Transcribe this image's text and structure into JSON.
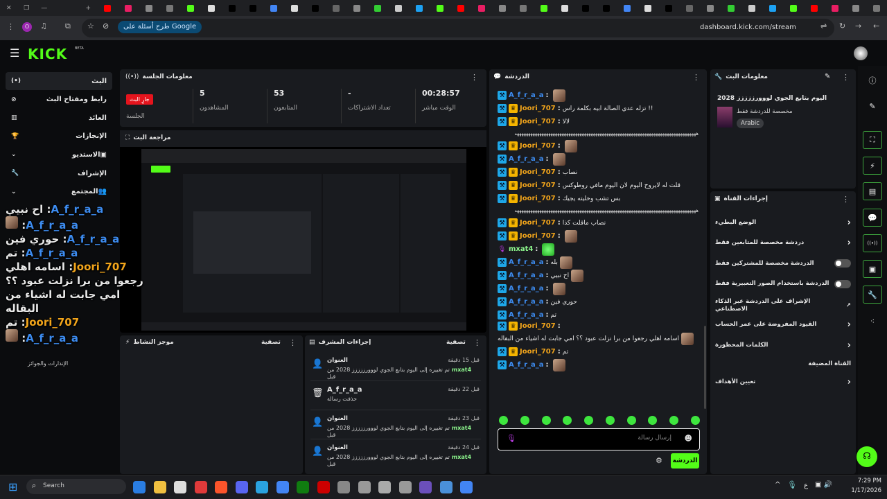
{
  "browser": {
    "google_pill": "طرح أسئلة على Google",
    "url": "dashboard.kick.com/stream",
    "profile_initial": "O"
  },
  "brand": {
    "logo": "KICK",
    "beta": "BETA",
    "accent": "#53fc18"
  },
  "sidebar": {
    "items": [
      {
        "label": "البث"
      },
      {
        "label": "رابط ومفتاح البث"
      },
      {
        "label": "العائد"
      },
      {
        "label": "الإنجازات"
      },
      {
        "label": "الاستديو"
      },
      {
        "label": "الإشراف"
      },
      {
        "label": "المجتمع"
      }
    ],
    "hidden_label": "الإنذارات والجوائز"
  },
  "session": {
    "title": "معلومات الجلسة",
    "live_badge": "جارٍ البث",
    "session_label": "الجلسة",
    "viewers": "5",
    "viewers_label": "المشاهدون",
    "followers": "53",
    "followers_label": "المتابعون",
    "subs": "-",
    "subs_label": "تعداد الاشتراكات",
    "uptime": "00:28:57",
    "uptime_label": "الوقت مباشر"
  },
  "preview": {
    "title": "مراجعة البث"
  },
  "overlay_chat": [
    {
      "user": "A_f_r_a_a",
      "color": "blue",
      "text": "اح نبيي"
    },
    {
      "user": "A_f_r_a_a",
      "color": "blue",
      "text": ""
    },
    {
      "user": "A_f_r_a_a",
      "color": "blue",
      "text": "حوري فين"
    },
    {
      "user": "A_f_r_a_a",
      "color": "blue",
      "text": "تم"
    },
    {
      "user": "Joori_707",
      "color": "gold",
      "text": "اسامه اهلي رجعوا من برا نزلت عبود ؟؟ امي جابت له اشياء من البقاله"
    },
    {
      "user": "Joori_707",
      "color": "gold",
      "text": "تم"
    },
    {
      "user": "A_f_r_a_a",
      "color": "blue",
      "text": ""
    }
  ],
  "activity": {
    "title": "موجز النشاط",
    "filter": "تصفية"
  },
  "mod_actions": {
    "title": "إجراءات المشرف",
    "filter": "تصفية",
    "rows": [
      {
        "title": "العنوان",
        "time": "قبل 15 دقيقة",
        "user": "mxat4",
        "detail": "تم تغييره إلى اليوم بتابع الجوي لووورززززز 2028 من قبل"
      },
      {
        "title": "A_f_r_a_a",
        "time": "قبل 22 دقيقة",
        "user": "",
        "detail": "حذفت رسالة"
      },
      {
        "title": "العنوان",
        "time": "قبل 23 دقيقة",
        "user": "mxat4",
        "detail": "تم تغييره إلى اليوم بتابع الجوي لووورززززز 2028 من قبل"
      },
      {
        "title": "العنوان",
        "time": "قبل 24 دقيقة",
        "user": "mxat4",
        "detail": "تم تغييره إلى اليوم بتابع الجوي لووورززززز 2028 من قبل"
      }
    ]
  },
  "chat": {
    "title": "الدردشة",
    "placeholder": "إرسال رسالة",
    "send": "الدردشة",
    "messages": [
      {
        "user": "A_f_r_a_a",
        "type": "mod",
        "text": "",
        "emote": true
      },
      {
        "user": "Joori_707",
        "type": "vip",
        "text": "!! تزله عدي الصالة ابيه بكلمة راس",
        "emote": false
      },
      {
        "user": "Joori_707",
        "type": "vip",
        "text": "لالا",
        "emote": false
      },
      {
        "user": "",
        "type": "long",
        "text": "هههههههههههههههههههههههههههههههههههههههههههههههههههههههههههههههههههههههههههههههههه",
        "emote": false
      },
      {
        "user": "Joori_707",
        "type": "vip",
        "text": "",
        "emote": true
      },
      {
        "user": "A_f_r_a_a",
        "type": "mod",
        "text": "",
        "emote": true
      },
      {
        "user": "Joori_707",
        "type": "vip",
        "text": "نصاب",
        "emote": false
      },
      {
        "user": "Joori_707",
        "type": "vip",
        "text": "قلت له لايروح اليوم لان اليوم مافي روطوكس",
        "emote": false
      },
      {
        "user": "Joori_707",
        "type": "vip",
        "text": "بس تشب وخليته يجيك",
        "emote": false
      },
      {
        "user": "",
        "type": "long",
        "text": "هههههههههههههههههههههههههههههههههههههههههههههههههههههههههههههههههههههههههههههههههه",
        "emote": false
      },
      {
        "user": "Joori_707",
        "type": "vip",
        "text": "نصاب ماقلت كذا",
        "emote": false
      },
      {
        "user": "Joori_707",
        "type": "vip",
        "text": "",
        "emote": true
      },
      {
        "user": "mxat4",
        "type": "owner",
        "text": "",
        "emote": true
      },
      {
        "user": "A_f_r_a_a",
        "type": "mod",
        "text": "بله",
        "emote": true
      },
      {
        "user": "A_f_r_a_a",
        "type": "mod",
        "text": "اح نبيي",
        "emote": true
      },
      {
        "user": "A_f_r_a_a",
        "type": "mod",
        "text": "",
        "emote": true
      },
      {
        "user": "A_f_r_a_a",
        "type": "mod",
        "text": "حوري فين",
        "emote": false
      },
      {
        "user": "A_f_r_a_a",
        "type": "mod",
        "text": "تم",
        "emote": false
      },
      {
        "user": "Joori_707",
        "type": "vip",
        "text": "اسامه اهلي رجعوا من برا نزلت عبود ؟؟ امي جابت له اشياء من البقاله",
        "emote": true
      },
      {
        "user": "Joori_707",
        "type": "vip",
        "text": "تم",
        "emote": false
      },
      {
        "user": "A_f_r_a_a",
        "type": "mod",
        "text": "",
        "emote": true
      }
    ]
  },
  "stream_info": {
    "title": "معلومات البث",
    "stream_title": "اليوم بتابع الجوي لووورززززز 2028",
    "category": "مخصصة للدردشة فقط",
    "language": "Arabic"
  },
  "channel_actions": {
    "title": "إجراءات القناة",
    "items": [
      {
        "label": "الوضع البطيء",
        "control": "chevron"
      },
      {
        "label": "دردشة مخصصة للمتابعين فقط",
        "control": "chevron"
      },
      {
        "label": "الدردشة مخصصة للمشتركين فقط",
        "control": "toggle"
      },
      {
        "label": "الدردشة باستخدام الصور التعبيرية فقط",
        "control": "toggle"
      },
      {
        "label": "الإشراف على الدردشة عبر الذكاء الاصطناعي",
        "control": "external"
      },
      {
        "label": "القيود المفروضة على عمر الحساب",
        "control": "chevron"
      },
      {
        "label": "الكلمات المحظورة",
        "control": "chevron"
      }
    ],
    "hosted_label": "القناة المضيفة",
    "goals": "تعيين الأهداف"
  },
  "taskbar": {
    "search": "Search",
    "time": "7:29 PM",
    "date": "1/17/2026",
    "lang": "ع"
  }
}
